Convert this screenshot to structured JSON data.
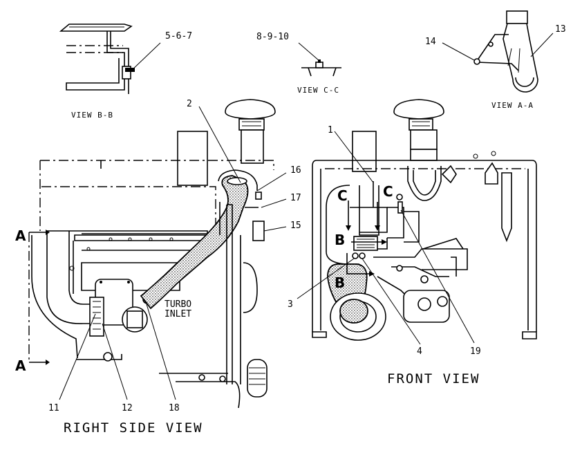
{
  "views": {
    "bb": "VIEW B-B",
    "cc": "VIEW C-C",
    "aa": "VIEW A-A",
    "right": "RIGHT SIDE VIEW",
    "front": "FRONT VIEW"
  },
  "callouts": {
    "c567": "5-6-7",
    "c8910": "8-9-10",
    "c14": "14",
    "c13": "13",
    "c1": "1",
    "c2": "2",
    "c3": "3",
    "c4": "4",
    "c11": "11",
    "c12": "12",
    "c15": "15",
    "c16": "16",
    "c17": "17",
    "c18": "18",
    "c19": "19"
  },
  "notes": {
    "turbo1": "TURBO",
    "turbo2": "INLET"
  },
  "sections": {
    "a_top": "A",
    "a_bottom": "A",
    "b_upper": "B",
    "b_lower": "B",
    "c_left": "C",
    "c_right": "C"
  }
}
